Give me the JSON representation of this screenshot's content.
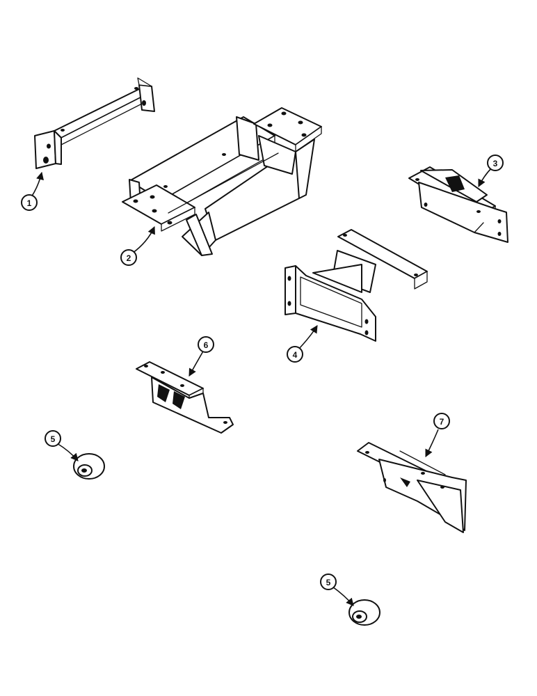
{
  "callouts": [
    {
      "id": "c1",
      "label": "1"
    },
    {
      "id": "c2",
      "label": "2"
    },
    {
      "id": "c3",
      "label": "3"
    },
    {
      "id": "c4",
      "label": "4"
    },
    {
      "id": "c5a",
      "label": "5"
    },
    {
      "id": "c5b",
      "label": "5"
    },
    {
      "id": "c6",
      "label": "6"
    },
    {
      "id": "c7",
      "label": "7"
    }
  ]
}
